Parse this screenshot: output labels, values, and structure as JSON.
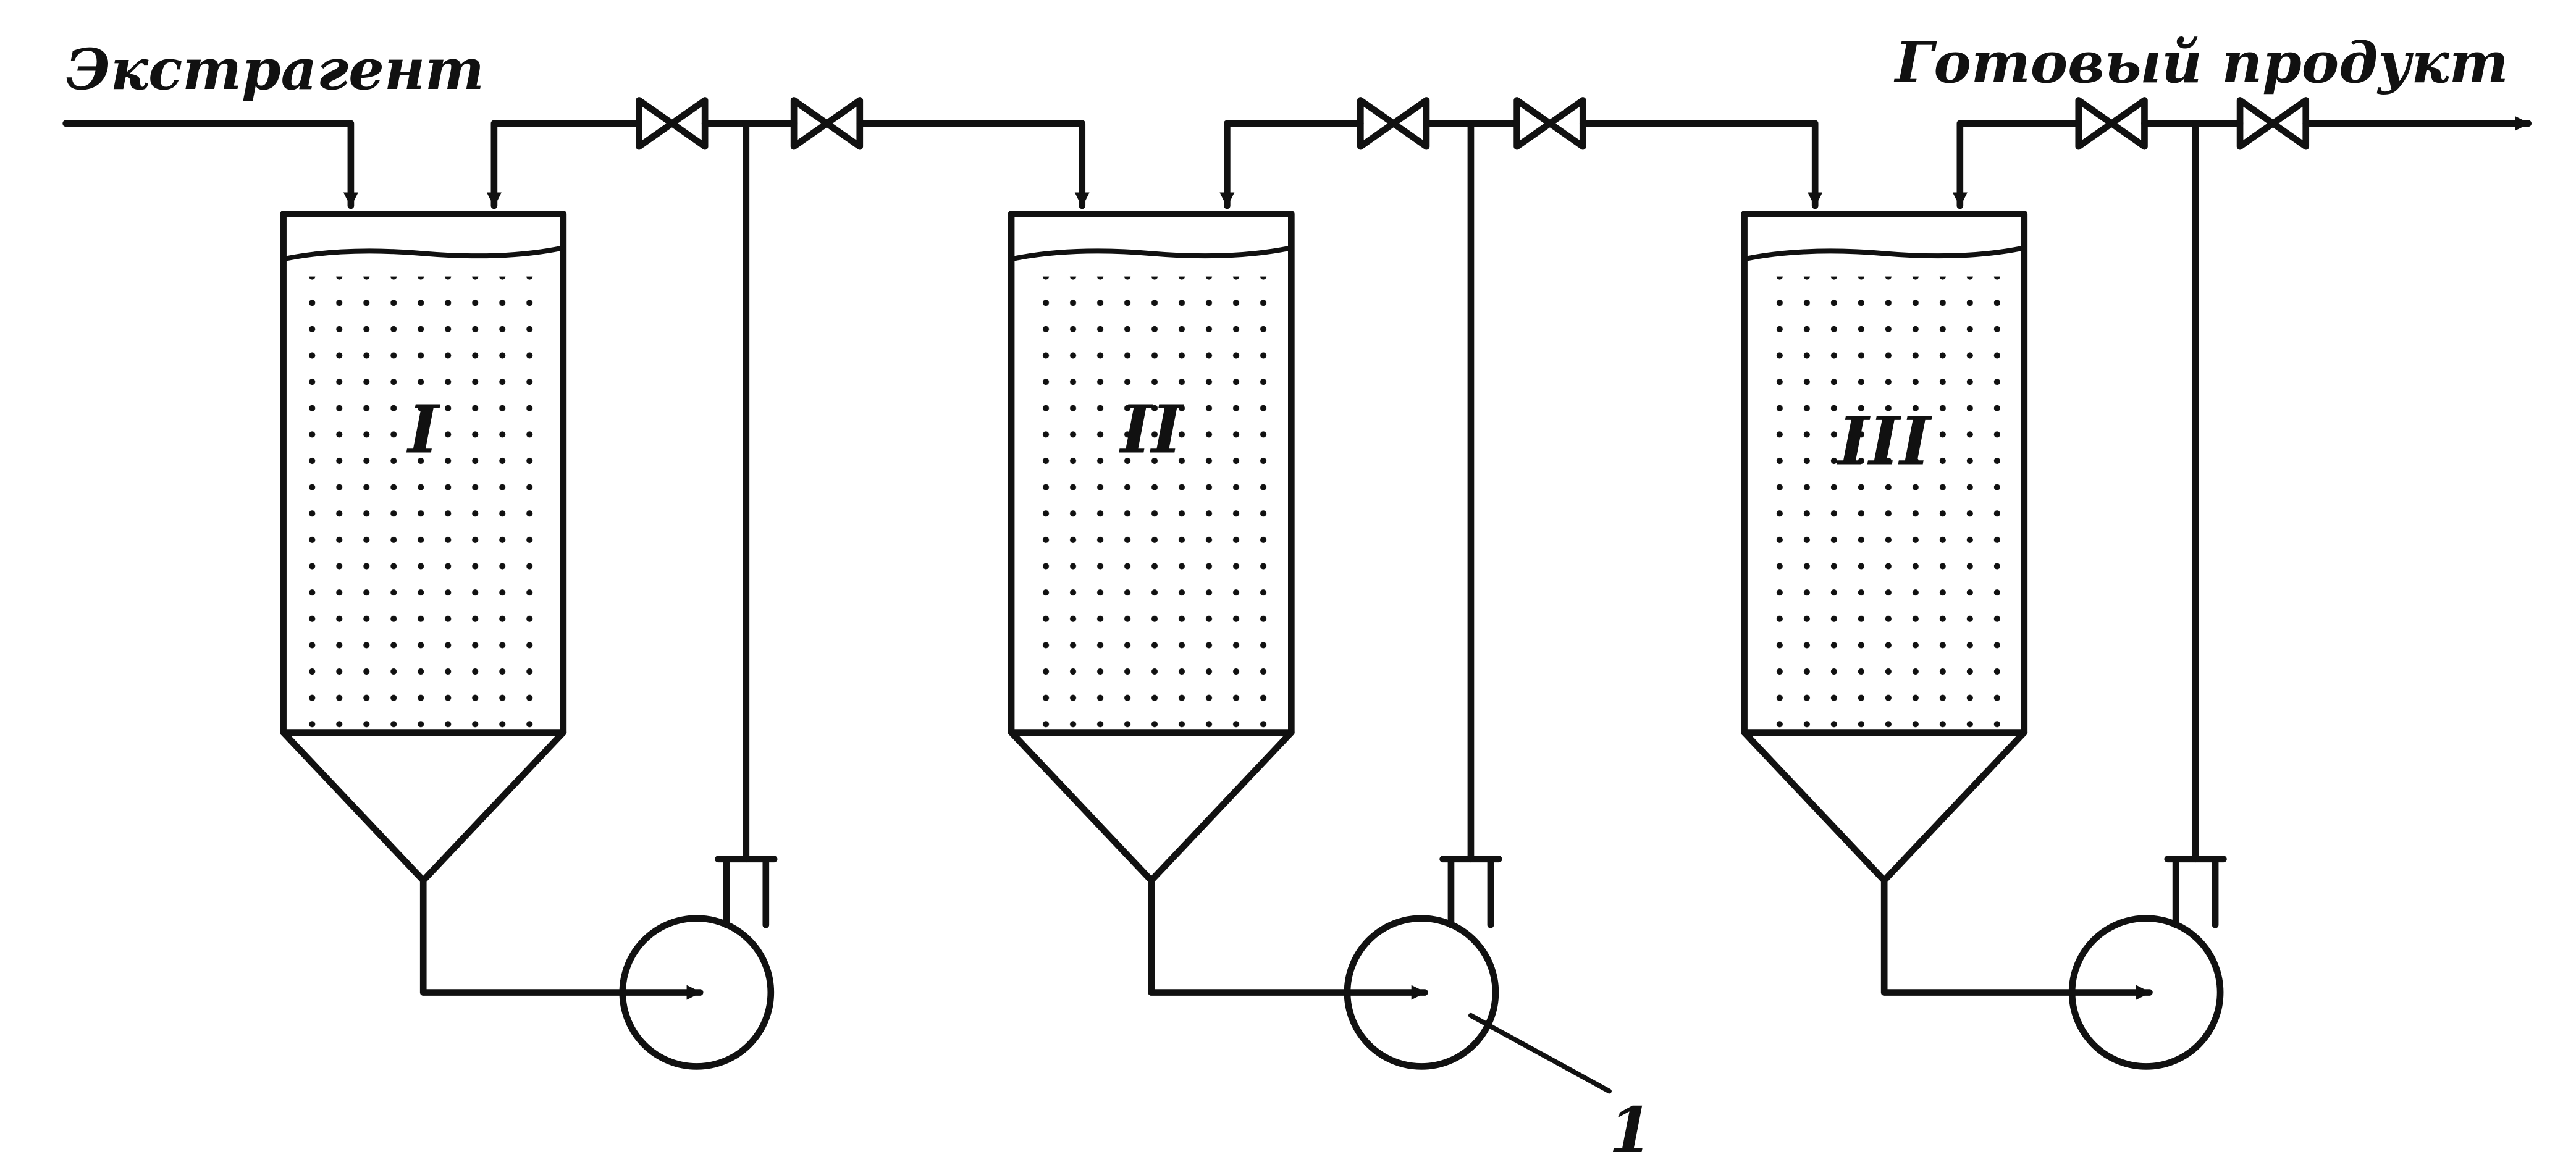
{
  "labels": {
    "inlet": "Экстрагент",
    "outlet": "Готовый продукт",
    "reference": "1"
  },
  "units": [
    {
      "id": "tank-1",
      "label": "I"
    },
    {
      "id": "tank-2",
      "label": "II"
    },
    {
      "id": "tank-3",
      "label": "III"
    }
  ],
  "colors": {
    "line": "#111111",
    "background": "#ffffff"
  }
}
